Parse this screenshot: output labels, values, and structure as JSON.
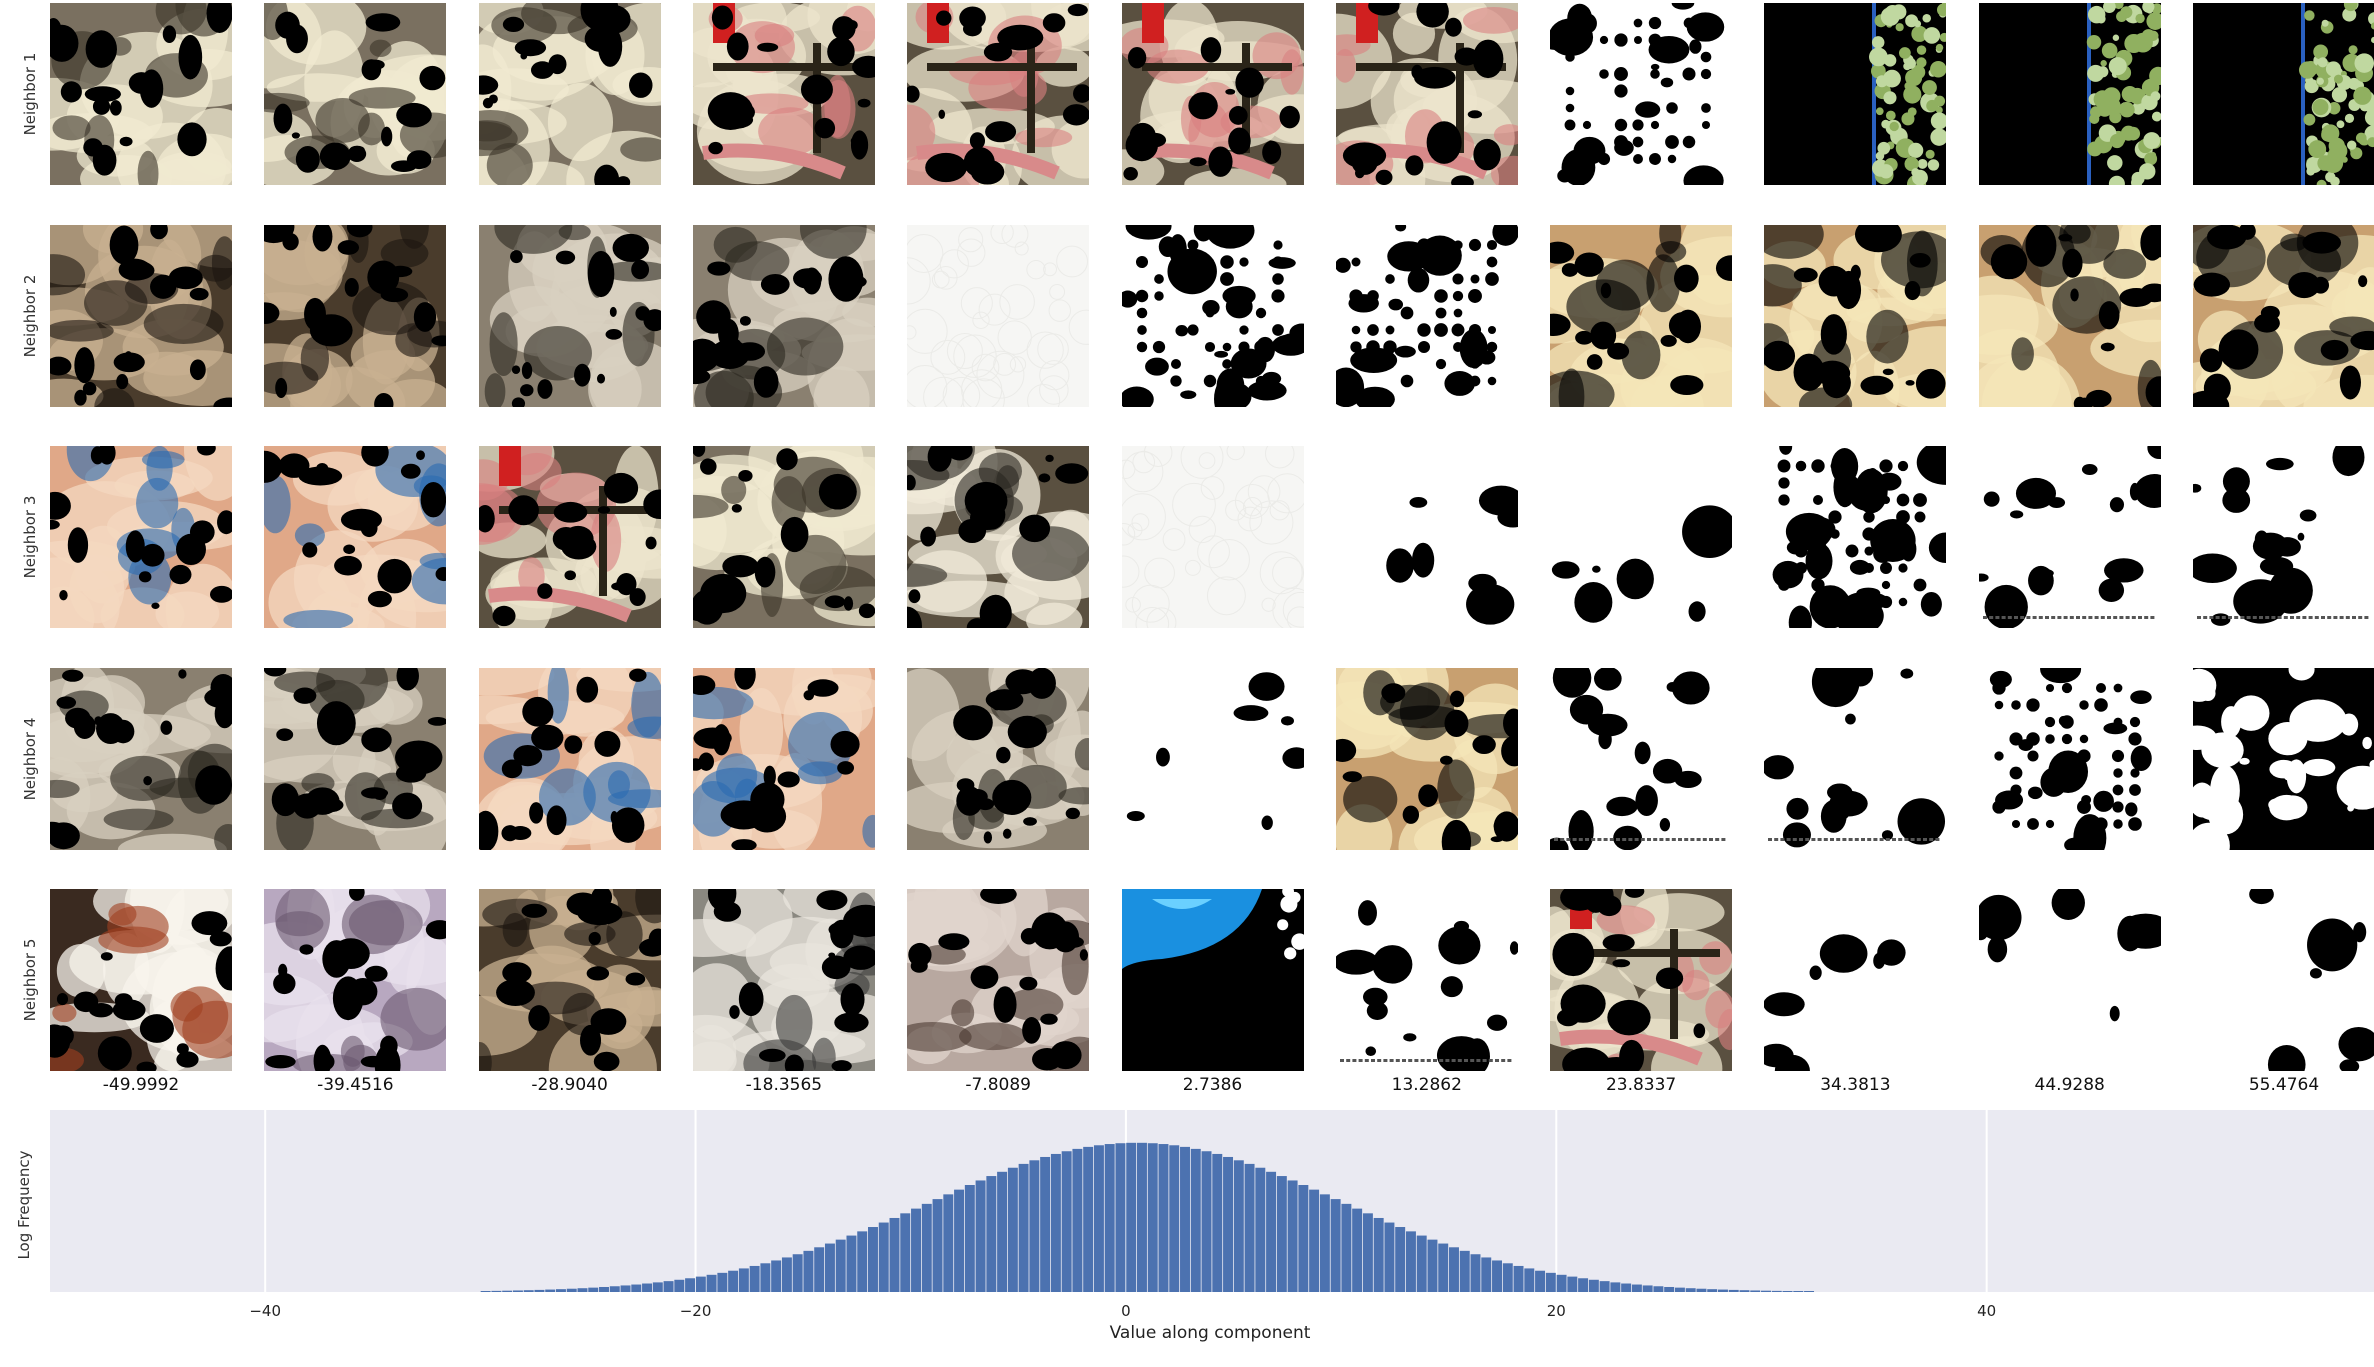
{
  "chart_data": {
    "type": "bar",
    "row_labels": [
      "Neighbor 1",
      "Neighbor 2",
      "Neighbor 3",
      "Neighbor 4",
      "Neighbor 5"
    ],
    "column_values": [
      "-49.9992",
      "-39.4516",
      "-28.9040",
      "-18.3565",
      "-7.8089",
      "2.7386",
      "13.2862",
      "23.8337",
      "34.3813",
      "44.9288",
      "55.4764"
    ],
    "histogram": {
      "xlabel": "Value along component",
      "ylabel": "Log Frequency",
      "xlim": [
        -50,
        58
      ],
      "xticks": [
        -40,
        -20,
        0,
        20,
        40
      ],
      "tick_labels": [
        "−40",
        "−20",
        "0",
        "20",
        "40"
      ],
      "distribution": {
        "shape": "gaussian",
        "center": 0.5,
        "std": 9.5,
        "support": [
          -30,
          32
        ],
        "bin_width": 0.5
      },
      "bar_color": "#4c72b0",
      "background": "#eaeaf2",
      "grid": true
    }
  },
  "tile_styles": [
    [
      "cat-white",
      "cat-white",
      "cat-white",
      "rat-board",
      "rat-board",
      "rat-board",
      "rat-board",
      "bw-speckle",
      "tree-strip",
      "tree-strip",
      "tree-strip"
    ],
    [
      "cat-room",
      "cat-room",
      "cat-tabby",
      "cat-tabby",
      "paper-white",
      "bw-dense",
      "bw-speckle",
      "tan-blobs",
      "tan-blobs",
      "tan-blobs",
      "tan-blobs"
    ],
    [
      "cat-pink",
      "cat-pink",
      "rat-board",
      "cat-white",
      "dog-white",
      "paper-white",
      "bw-sparse",
      "bw-sparse",
      "bw-dense",
      "text-blobs",
      "text-blobs"
    ],
    [
      "cat-tabby",
      "cat-tabby",
      "cat-pink",
      "cat-pink",
      "cat-tabby",
      "bw-sparse",
      "tan-blobs",
      "text-blobs",
      "text-blobs",
      "bw-speckle",
      "bw-black"
    ],
    [
      "dalmatian",
      "cat-lilac",
      "cat-room",
      "old-man",
      "wall-photo",
      "blue-black",
      "text-blobs",
      "rat-board",
      "bw-sparse",
      "bw-sparse",
      "bw-sparse"
    ]
  ],
  "tile_palettes": {
    "cat-white": [
      "#7a7060",
      "#f0ead0",
      "#3a3428"
    ],
    "cat-room": [
      "#4a3c2c",
      "#c8b090",
      "#1c1610"
    ],
    "cat-tabby": [
      "#8a8070",
      "#d8d0c0",
      "#2c2820"
    ],
    "cat-pink": [
      "#e0a888",
      "#f4d8c0",
      "#2a6ab0"
    ],
    "cat-lilac": [
      "#b8a8c0",
      "#e8e0ec",
      "#6a5870"
    ],
    "rat-board": [
      "#5a5040",
      "#ece4cc",
      "#d88080"
    ],
    "tree-strip": [
      "#000000",
      "#90b060",
      "#c0d8a0"
    ],
    "bw-speckle": [
      "#ffffff",
      "#000000",
      "#ffffff"
    ],
    "bw-dense": [
      "#ffffff",
      "#000000",
      "#000000"
    ],
    "bw-sparse": [
      "#ffffff",
      "#000000",
      "#ffffff"
    ],
    "bw-black": [
      "#000000",
      "#ffffff",
      "#000000"
    ],
    "paper-white": [
      "#f6f6f4",
      "#ebebe8",
      "#ffffff"
    ],
    "tan-blobs": [
      "#c8a070",
      "#f4e6b8",
      "#000000"
    ],
    "text-blobs": [
      "#ffffff",
      "#000000",
      "#f4f4f4"
    ],
    "dog-white": [
      "#5a5040",
      "#f0ead8",
      "#2a2620"
    ],
    "dalmatian": [
      "#3a2a20",
      "#f8f4ec",
      "#a04020"
    ],
    "old-man": [
      "#8a8880",
      "#e8e4dc",
      "#3a3a38"
    ],
    "wall-photo": [
      "#b8a8a0",
      "#e0d4cc",
      "#4a3830"
    ],
    "blue-black": [
      "#000000",
      "#1a90e0",
      "#6ad0ff"
    ]
  }
}
